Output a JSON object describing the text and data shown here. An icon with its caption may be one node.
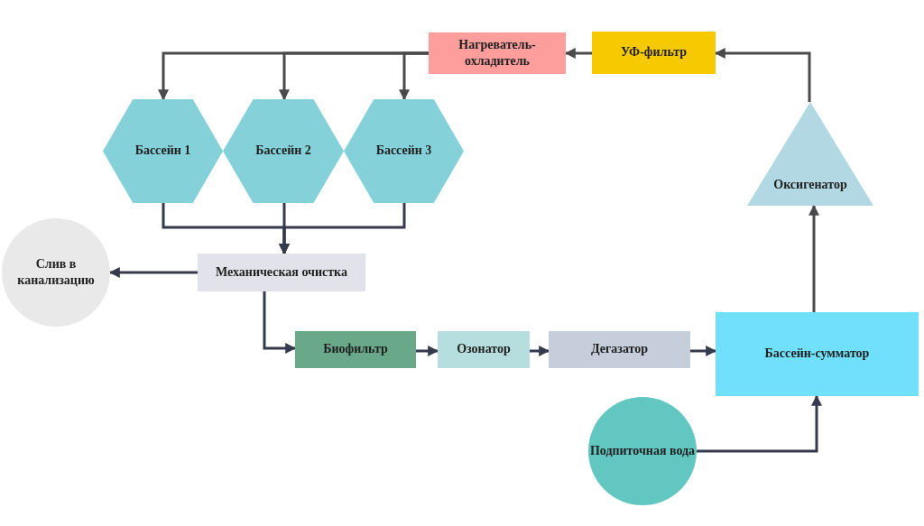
{
  "diagram": {
    "nodes": [
      {
        "text": [
          "Нагреватель-охладитель"
        ]
      },
      {
        "text": [
          "УФ-фильтр"
        ]
      },
      {
        "text": [
          "Бассейн 1"
        ]
      },
      {
        "text": [
          "Бассейн 2"
        ]
      },
      {
        "text": [
          "Бассейн 3"
        ]
      },
      {
        "text": [
          "Оксигенатор"
        ]
      },
      {
        "text": [
          "Слив в канализацию"
        ]
      },
      {
        "text": [
          "Механическая очистка"
        ]
      },
      {
        "text": [
          "Биофильтр"
        ]
      },
      {
        "text": [
          "Озонатор"
        ]
      },
      {
        "text": [
          "Дегазатор"
        ]
      },
      {
        "text": [
          "Бассейн-сумматор"
        ]
      },
      {
        "text": [
          "Подпиточная вода"
        ]
      }
    ],
    "edges": [
      {
        "from": 0,
        "to": 2,
        "arrow": "to"
      },
      {
        "from": 0,
        "to": 3,
        "arrow": "to"
      },
      {
        "from": 0,
        "to": 4,
        "arrow": "to"
      },
      {
        "from": 1,
        "to": 0,
        "arrow": "to"
      },
      {
        "from": 5,
        "to": 1,
        "arrow": "to"
      },
      {
        "from": 2,
        "to": 7,
        "arrow": "to"
      },
      {
        "from": 3,
        "to": 7,
        "arrow": "to"
      },
      {
        "from": 4,
        "to": 7,
        "arrow": "to"
      },
      {
        "from": 7,
        "to": 6,
        "arrow": "to"
      },
      {
        "from": 7,
        "to": 8,
        "arrow": "to"
      },
      {
        "from": 8,
        "to": 9,
        "arrow": "to"
      },
      {
        "from": 9,
        "to": 10,
        "arrow": "to"
      },
      {
        "from": 10,
        "to": 11,
        "arrow": "to"
      },
      {
        "from": 12,
        "to": 11,
        "arrow": "to"
      },
      {
        "from": 11,
        "to": 5,
        "arrow": "to"
      }
    ]
  }
}
